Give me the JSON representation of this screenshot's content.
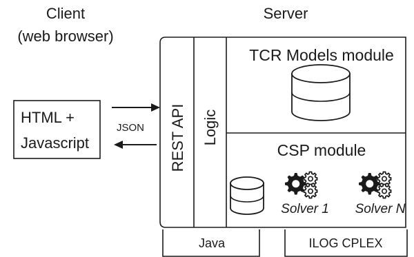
{
  "headings": {
    "client_line1": "Client",
    "client_line2": "(web browser)",
    "server": "Server"
  },
  "client_box": {
    "line1": "HTML +",
    "line2": "Javascript"
  },
  "connection": {
    "label": "JSON"
  },
  "server": {
    "rest_api_label": "REST API",
    "logic_label": "Logic",
    "tcr_module_label": "TCR Models module",
    "csp_module_label": "CSP module",
    "solvers": [
      "Solver 1",
      "Solver N"
    ]
  },
  "footer": {
    "java_label": "Java",
    "cplex_label": "ILOG CPLEX"
  },
  "icons": {
    "database": "database-icon",
    "solver": "gears-icon"
  }
}
